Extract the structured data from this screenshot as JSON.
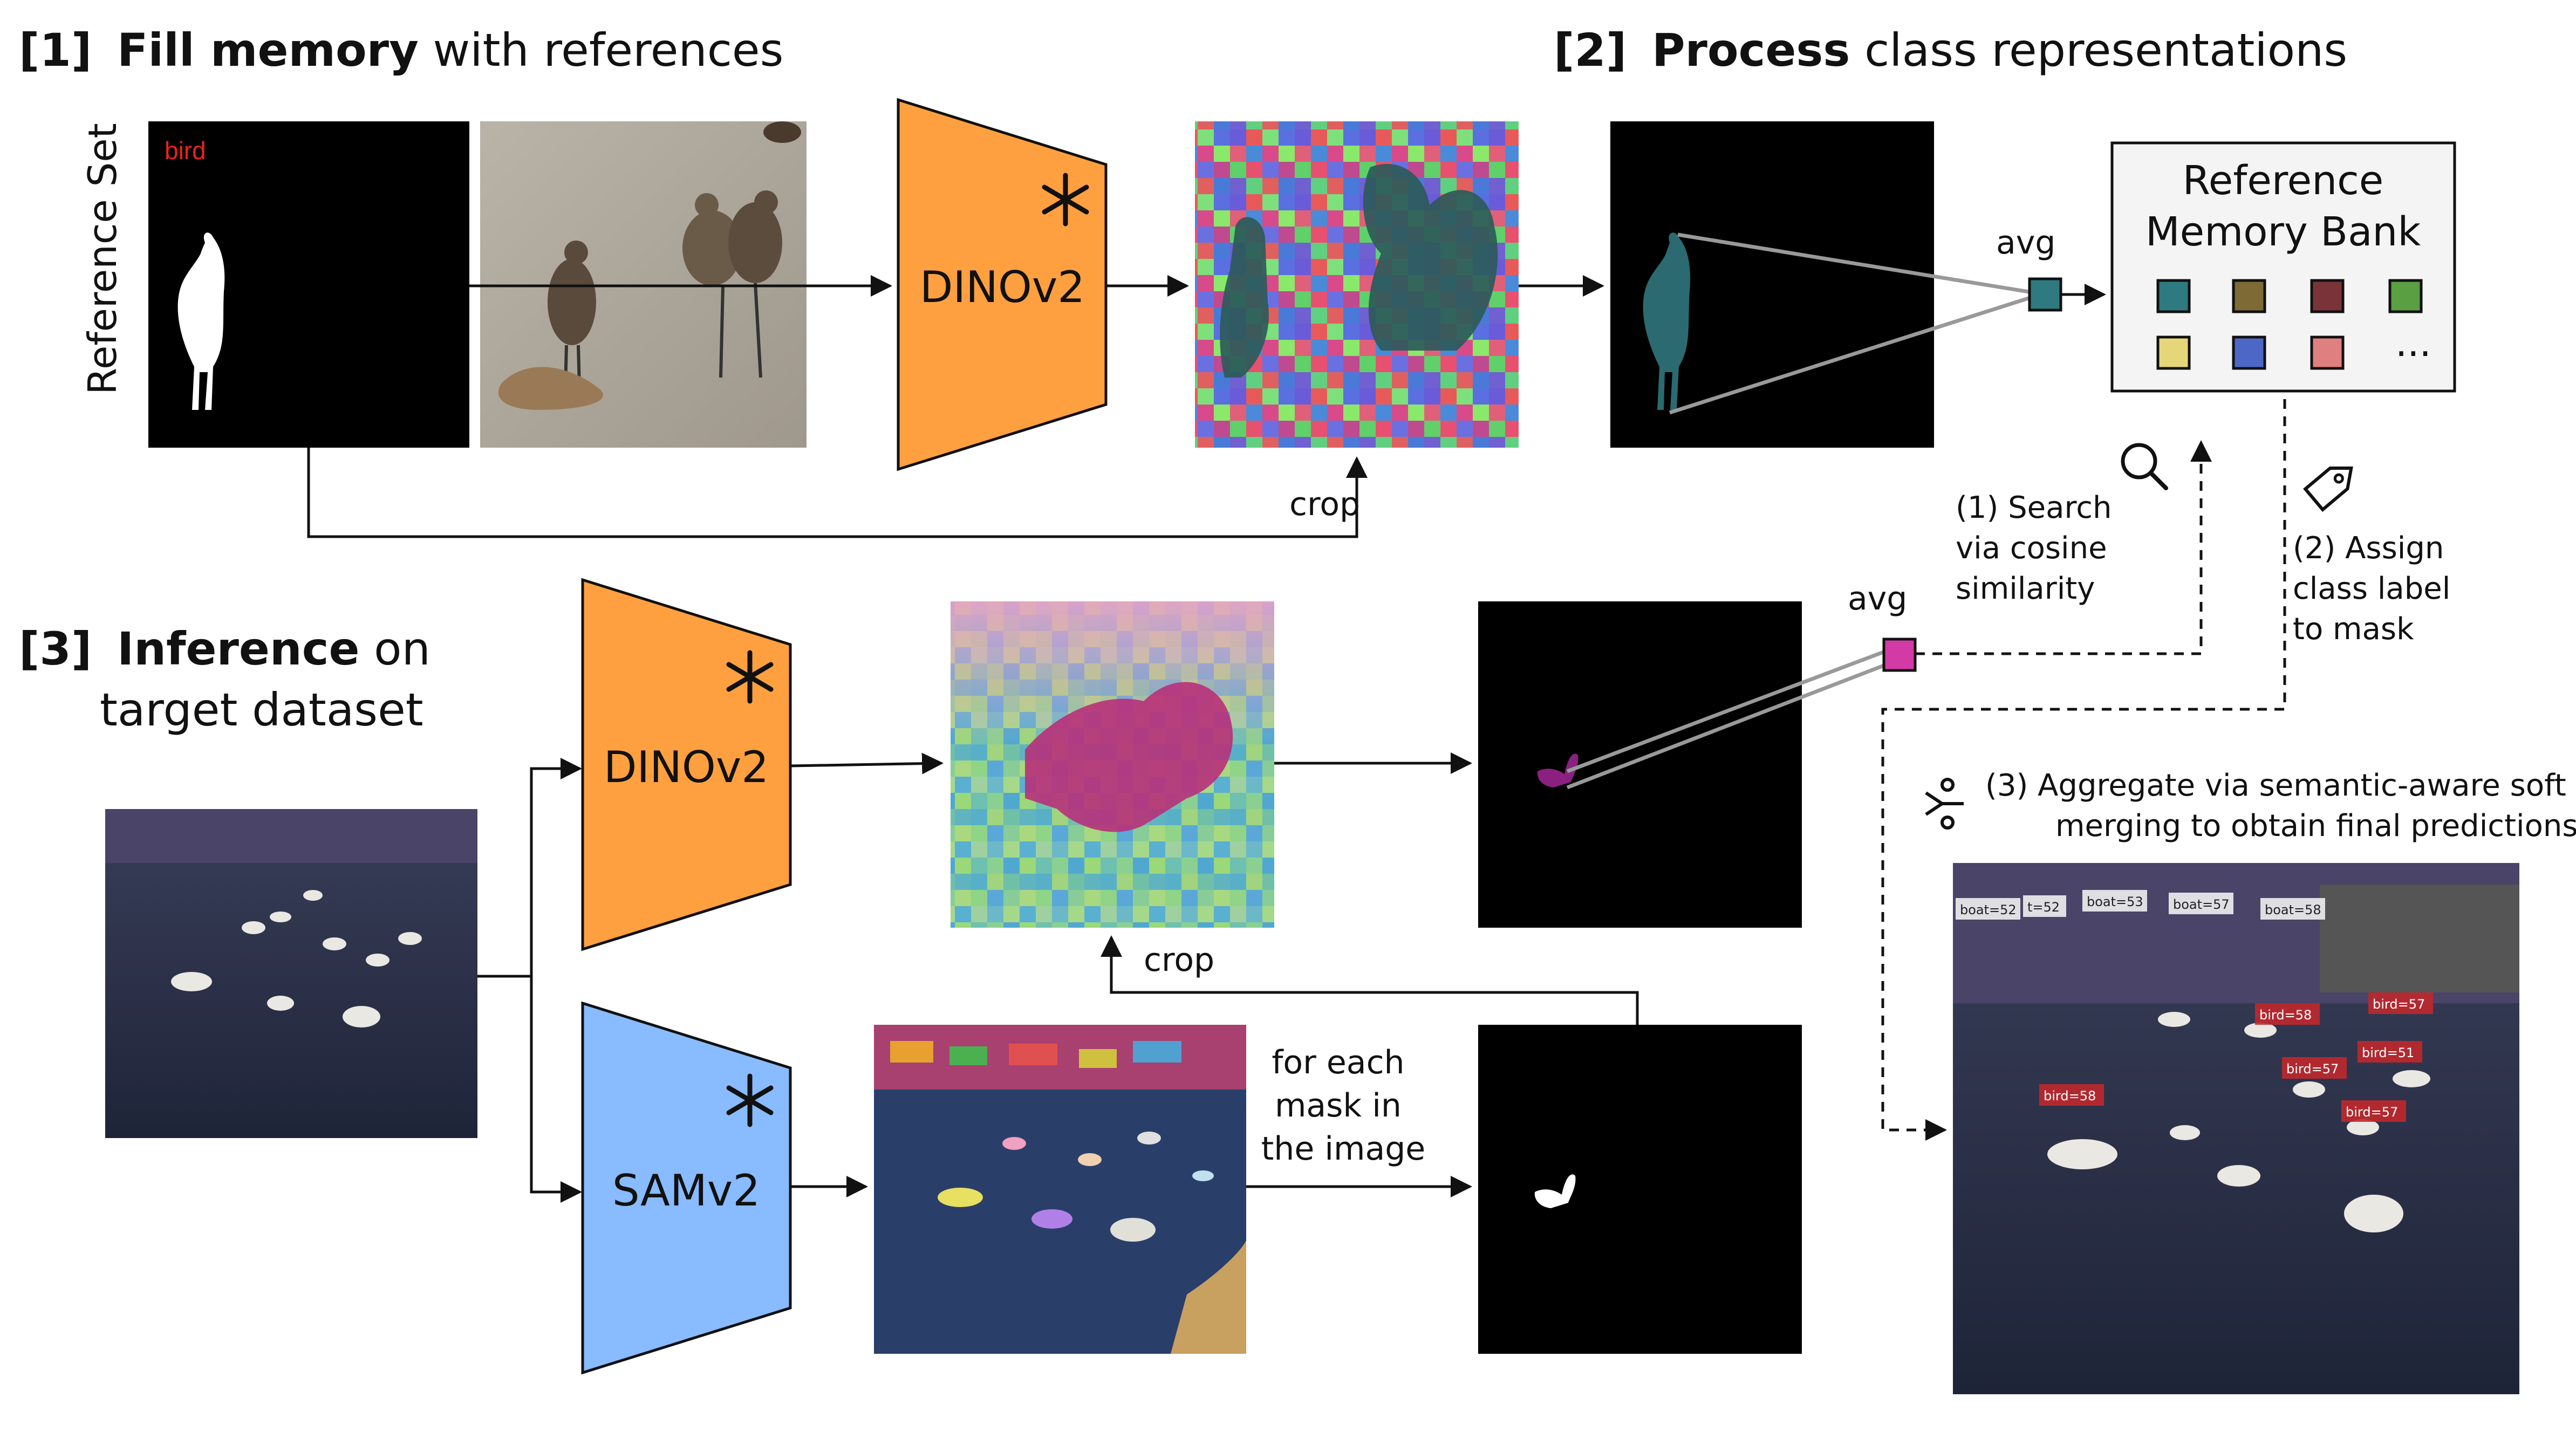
{
  "sections": {
    "s1": {
      "prefix": "[1]",
      "bold": "Fill memory",
      "rest": " with references"
    },
    "s2": {
      "prefix": "[2]",
      "bold": "Process",
      "rest": " class representations"
    },
    "s3": {
      "prefix": "[3]",
      "bold": "Inference",
      "rest": " on",
      "line2": "target dataset"
    }
  },
  "reference_set_label": "Reference Set",
  "mask_label": "bird",
  "encoders": {
    "dino_top": "DINOv2",
    "dino_bottom": "DINOv2",
    "sam": "SAMv2"
  },
  "labels": {
    "crop_top": "crop",
    "crop_bottom": "crop",
    "avg_top": "avg",
    "avg_bottom": "avg",
    "for_each": [
      "for each",
      "mask in",
      "the image"
    ]
  },
  "memory_bank": {
    "title_line1": "Reference",
    "title_line2": "Memory Bank",
    "ellipsis": "...",
    "colors": [
      "#2e7a80",
      "#7d6a35",
      "#7a3439",
      "#5a9f42",
      "#e6d67a",
      "#4d67c7",
      "#e07f7f"
    ]
  },
  "steps": {
    "search": [
      "(1) Search",
      "via cosine",
      "similarity"
    ],
    "assign": [
      "(2) Assign",
      "class label",
      "to mask"
    ],
    "aggregate": [
      "(3)  Aggregate via semantic-aware soft",
      "merging to obtain final predictions"
    ]
  },
  "detections": [
    "boat=52",
    "boat=53",
    "t=52",
    "boat=57",
    "boat=58",
    "bird=58",
    "bird=57",
    "bird=51",
    "bird=57",
    "bird=58",
    "bird=57"
  ],
  "colors": {
    "encoder_orange": "#ffa040",
    "encoder_blue": "#88bbff",
    "avg_teal": "#2e7a80",
    "avg_magenta": "#d43aa6",
    "mask_label_red": "#e8241c"
  }
}
